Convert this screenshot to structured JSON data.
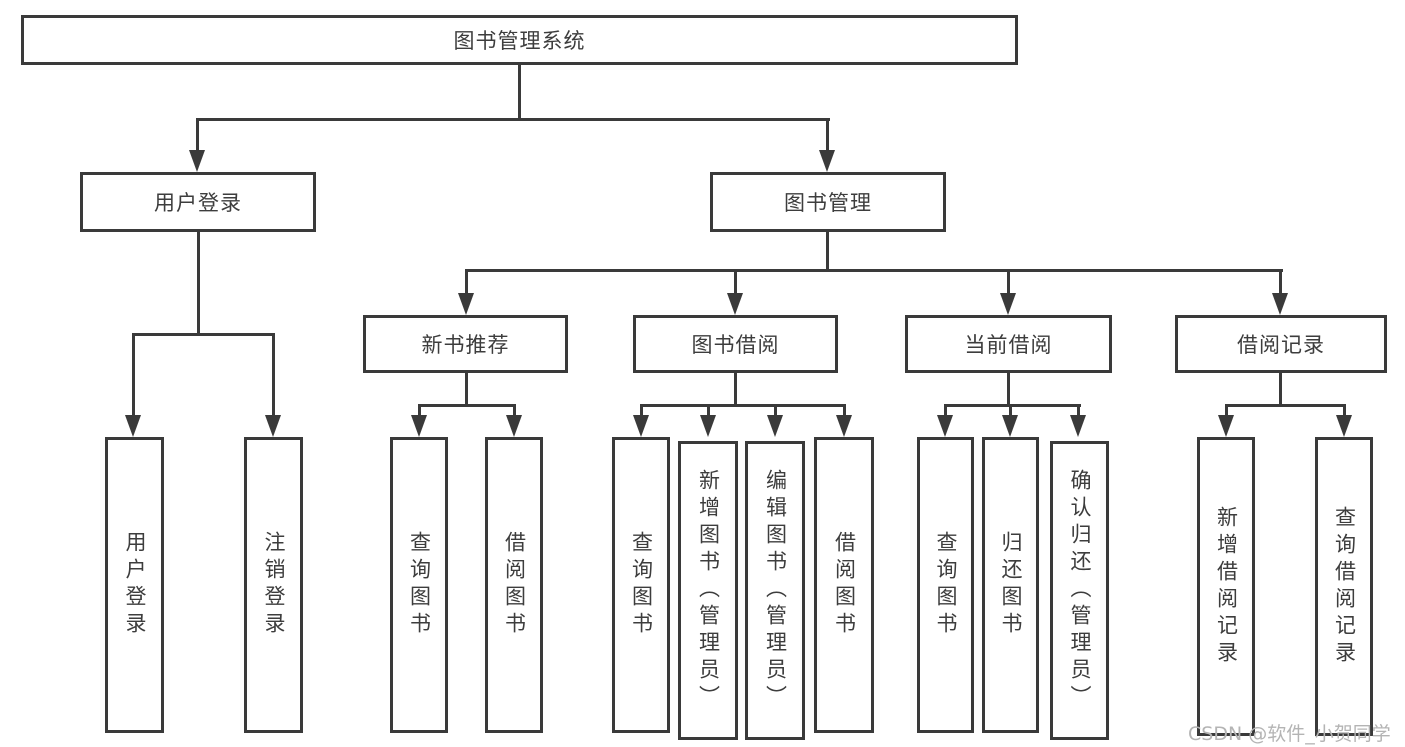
{
  "diagram_title": "图书管理系统",
  "nodes": {
    "root": "图书管理系统",
    "user_login": "用户登录",
    "book_management": "图书管理",
    "new_book_recommend": "新书推荐",
    "book_borrowing": "图书借阅",
    "current_borrowing": "当前借阅",
    "borrowing_records": "借阅记录",
    "login": "用户登录",
    "logout": "注销登录",
    "rec_query_books": "查询图书",
    "rec_borrow_books": "借阅图书",
    "bb_query_books": "查询图书",
    "bb_add_books": "新增图书（管理员）",
    "bb_edit_books": "编辑图书（管理员）",
    "bb_borrow_books": "借阅图书",
    "cb_query_books": "查询图书",
    "cb_return_books": "归还图书",
    "cb_confirm_return": "确认归还（管理员）",
    "br_add_record": "新增借阅记录",
    "br_query_record": "查询借阅记录"
  },
  "watermark": "CSDN @软件_小贺同学",
  "colors": {
    "line": "#3a3a3a",
    "text": "#3d3d3d",
    "box_fill": "#ffffff",
    "watermark": "#b4b4b4",
    "background": "#ffffff"
  }
}
